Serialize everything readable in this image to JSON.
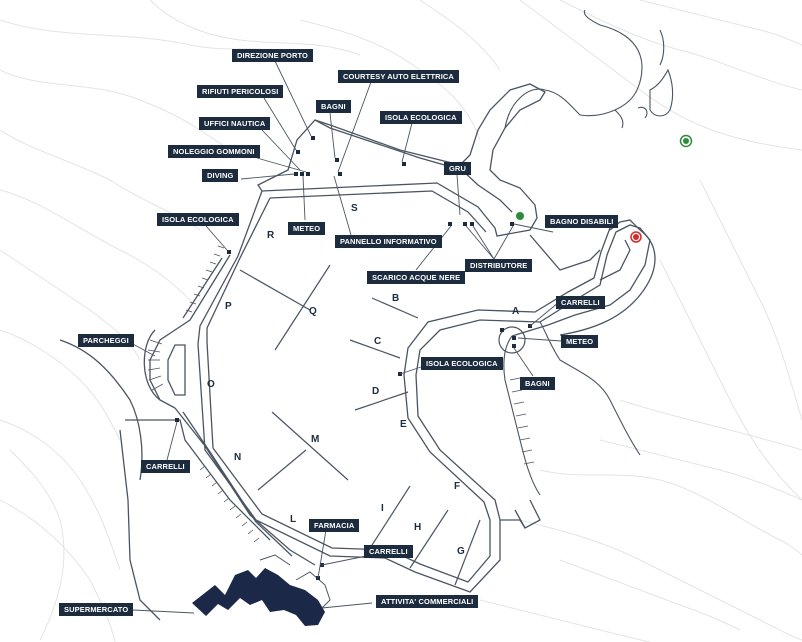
{
  "map": {
    "colors": {
      "label_bg": "#1c2b3d",
      "label_text": "#ffffff",
      "outline": "#4a5563",
      "contour": "#e2e4e6",
      "buildings": "#1c2847",
      "lighthouse_green": "#2e8b3a",
      "lighthouse_red": "#d42a2a"
    },
    "labels": {
      "direzione_porto": "DIREZIONE PORTO",
      "courtesy_auto": "COURTESY AUTO ELETTRICA",
      "rifiuti_pericolosi": "RIFIUTI PERICOLOSI",
      "bagni_top": "BAGNI",
      "uffici_nautica": "UFFICI NAUTICA",
      "isola_ecologica_top": "ISOLA ECOLOGICA",
      "noleggio_gommoni": "NOLEGGIO GOMMONI",
      "gru": "GRU",
      "diving": "DIVING",
      "isola_ecologica_left": "ISOLA ECOLOGICA",
      "meteo_top": "METEO",
      "pannello_informativo": "PANNELLO INFORMATIVO",
      "bagno_disabili": "BAGNO DISABILI",
      "scarico_acque_nere": "SCARICO ACQUE NERE",
      "distributore": "DISTRIBUTORE",
      "carrelli_right": "CARRELLI",
      "parcheggi": "PARCHEGGI",
      "meteo_right": "METEO",
      "isola_ecologica_mid": "ISOLA ECOLOGICA",
      "bagni_right": "BAGNI",
      "carrelli_left": "CARRELLI",
      "farmacia": "FARMACIA",
      "carrelli_bottom": "CARRELLI",
      "supermercato": "SUPERMERCATO",
      "attivita_commerciali": "ATTIVITA' COMMERCIALI"
    },
    "piers": {
      "A": "A",
      "B": "B",
      "C": "C",
      "D": "D",
      "E": "E",
      "F": "F",
      "G": "G",
      "H": "H",
      "I": "I",
      "L": "L",
      "M": "M",
      "N": "N",
      "O": "O",
      "P": "P",
      "Q": "Q",
      "R": "R",
      "S": "S"
    }
  }
}
